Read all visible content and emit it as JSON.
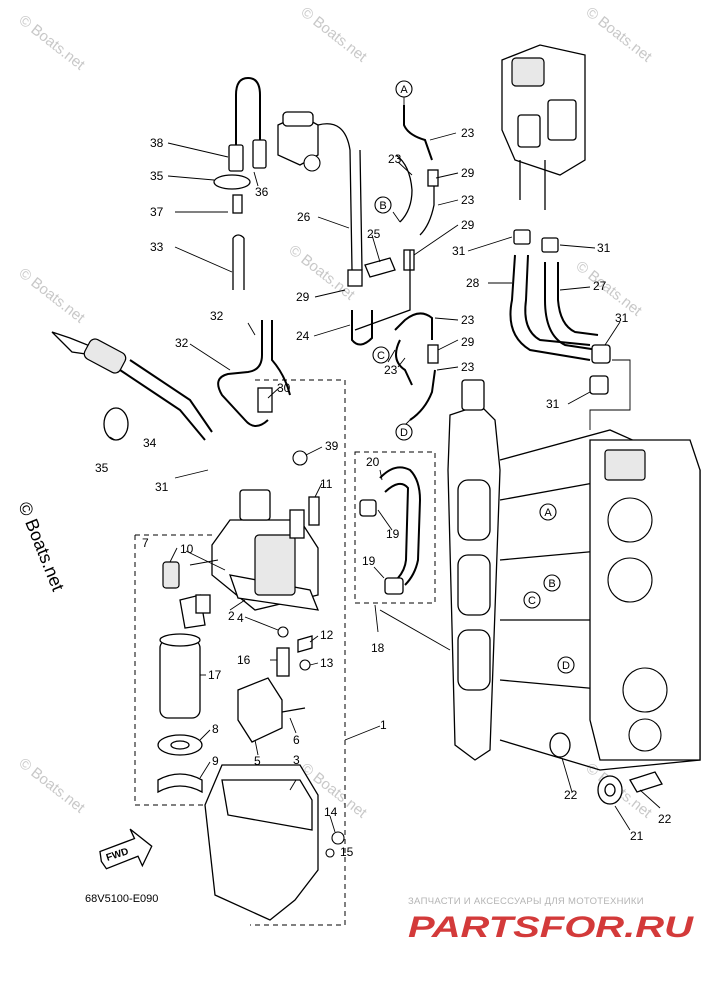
{
  "diagram": {
    "callouts": {
      "n1": "1",
      "n2": "2",
      "n3": "3",
      "n4": "4",
      "n5": "5",
      "n6": "6",
      "n7": "7",
      "n8": "8",
      "n9": "9",
      "n10": "10",
      "n11": "11",
      "n12": "12",
      "n13": "13",
      "n14": "14",
      "n15": "15",
      "n16": "16",
      "n17": "17",
      "n18": "18",
      "n19a": "19",
      "n19b": "19",
      "n20": "20",
      "n21": "21",
      "n22a": "22",
      "n22b": "22",
      "n23a": "23",
      "n23b": "23",
      "n23c": "23",
      "n23d": "23",
      "n23e": "23",
      "n23f": "23",
      "n24": "24",
      "n25": "25",
      "n26": "26",
      "n27": "27",
      "n28": "28",
      "n29a": "29",
      "n29b": "29",
      "n29c": "29",
      "n29d": "29",
      "n30": "30",
      "n31a": "31",
      "n31b": "31",
      "n31c": "31",
      "n31d": "31",
      "n31e": "31",
      "n32a": "32",
      "n32b": "32",
      "n33": "33",
      "n34": "34",
      "n35a": "35",
      "n35b": "35",
      "n36": "36",
      "n37": "37",
      "n38": "38",
      "n39": "39"
    },
    "connectors": {
      "A1": "A",
      "B1": "B",
      "C1": "C",
      "D1": "D",
      "A2": "A",
      "B2": "B",
      "C2": "C",
      "D2": "D"
    },
    "fwd_label": "FWD",
    "drawing_code": "68V5100-E090",
    "copyright": "© Boats.net",
    "watermark": "© Boats.net",
    "brand_tagline": "ЗАПЧАСТИ И АКСЕССУАРЫ ДЛЯ МОТОТЕХНИКИ",
    "brand_name": "PARTSFOR.RU"
  }
}
